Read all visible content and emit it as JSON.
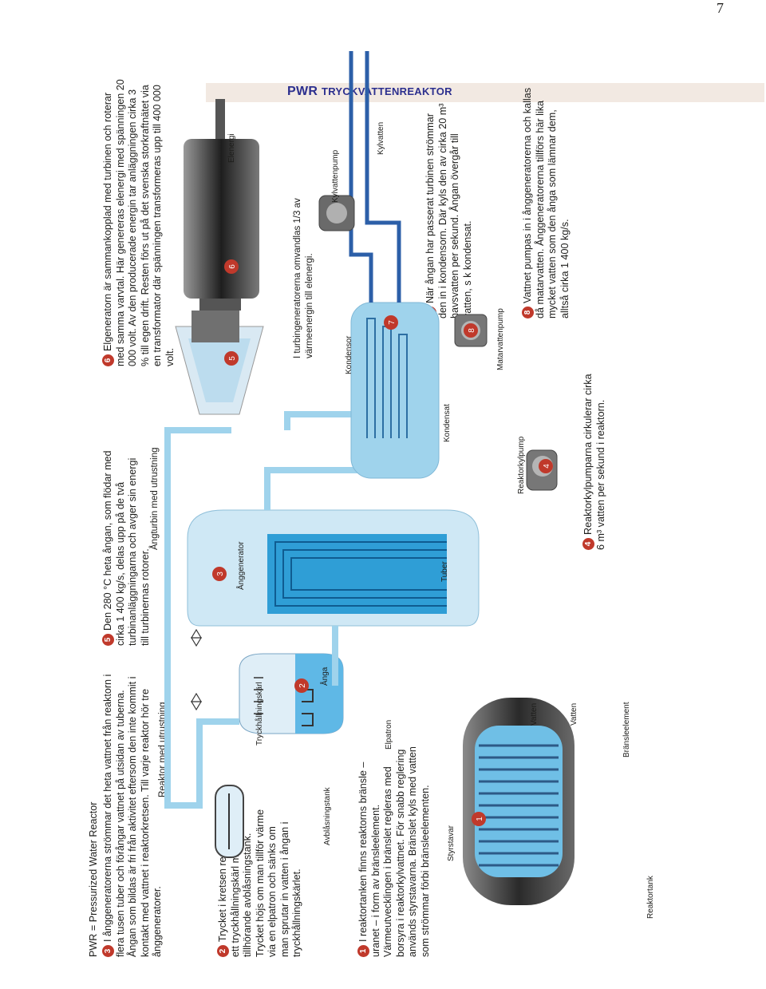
{
  "page_number": "7",
  "header": {
    "title_main": "PWR",
    "title_sub": "TRYCKVATTENREAKTOR"
  },
  "intro": "PWR = Pressurized Water Reactor",
  "paragraphs": {
    "p3": {
      "num": "3",
      "text": "I ånggeneratorerna strömmar det heta vattnet från reaktorn i flera tusen tuber och förångar vattnet på utsidan av tuberna. Ångan som bildas är fri från aktivitet eftersom den inte kommit i kontakt med vattnet i reaktorkretsen. Till varje reaktor hör tre ånggeneratorer."
    },
    "p2": {
      "num": "2",
      "text": "Trycket i kretsen regleras med ett tryckhållningskärl med tillhörande avblåsningstank. Trycket höjs om man tillför värme via en elpatron och sänks om man sprutar in vatten i ångan i tryckhållningskärlet."
    },
    "p1": {
      "num": "1",
      "text": "I reaktortanken finns reaktorns bränsle – uranet – i form av bränsleelement. Värmeutvecklingen i bränslet regleras med borsyra i reaktorkylvattnet. För snabb reglering används styrstavarna. Bränslet kyls med vatten som strömmar förbi bränsleelementen."
    },
    "p5": {
      "num": "5",
      "text": "Den 280 °C heta ångan, som flödar med cirka 1 400 kg/s, delas upp på de två turbinanläggningarna och avger sin energi till turbinernas rotorer."
    },
    "p6": {
      "num": "6",
      "text": "Elgeneratorn är sammankopplad med turbinen och roterar med samma varvtal. Här genereras elenergi med spänningen 20 000 volt. Av den producerade energin tar anläggningen cirka 3 % till egen drift. Resten förs ut på det svenska storkraftnätet via en transformator där spänningen transformeras upp till 400 000 volt."
    },
    "p4": {
      "num": "4",
      "text": "Reaktorkylpumparna cirkulerar cirka 6 m³ vatten per sekund i reaktorn."
    },
    "p7": {
      "num": "7",
      "text": "När ångan har passerat turbinen strömmar den in i kondensorn. Där kyls den av cirka 20 m³ havsvatten per sekund. Ångan övergår till vatten, s k kondensat."
    },
    "p8": {
      "num": "8",
      "text": "Vattnet pumpas in i ånggeneratorerna och kallas då matarvatten. Ånggeneratorerna tillförs här lika mycket vatten som den ånga som lämnar dem, alltså cirka 1 400 kg/s."
    }
  },
  "captions": {
    "reactor_equipment": "Reaktor med utrustning",
    "turbine_equipment": "Ångturbin med utrustning",
    "turbine_note": "I turbingeneratorerna omvandlas 1/3 av värmeenergin till elenergi."
  },
  "labels": {
    "reaktortank": "Reaktortank",
    "styrstavar": "Styrstavar",
    "bransleelement": "Bränsleelement",
    "vatten_1": "Vatten",
    "vatten_2": "Vatten",
    "avblasningstank": "Avblåsningstank",
    "elpatron": "Elpatron",
    "tryckhallningskarl": "Tryckhållningskärl",
    "anga": "Ånga",
    "tuber": "Tuber",
    "anggenerator": "Ånggenerator",
    "reaktorkylpump": "Reaktorkylpump",
    "kondensat": "Kondensat",
    "kondensor": "Kondensor",
    "matarvattenpump": "Matarvattenpump",
    "kylvattenpump": "Kylvattenpump",
    "kylvatten": "Kylvatten",
    "elenergi": "Elenergi"
  },
  "markers": [
    "1",
    "2",
    "3",
    "4",
    "5",
    "6",
    "7",
    "8"
  ],
  "colors": {
    "accent": "#c0392b",
    "water": "#2f9ed6",
    "water_light": "#b3dff2",
    "pipe": "#9fd3ec",
    "steel": "#4a4a4a",
    "header_bg": "#f2e9e2",
    "header_text": "#2c2f8e"
  }
}
